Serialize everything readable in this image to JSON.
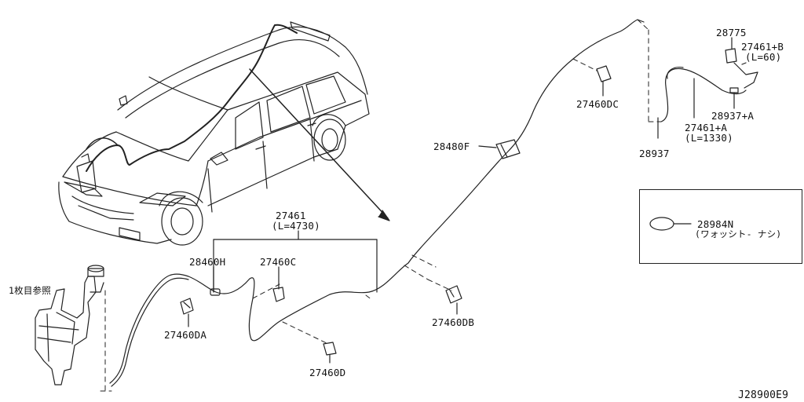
{
  "diagram_id": "J28900E9",
  "parts": {
    "p27461": "27461",
    "p27461_len": "(L=4730)",
    "p28460H": "28460H",
    "p27460C": "27460C",
    "p27460DA": "27460DA",
    "p27460D": "27460D",
    "p27460DB": "27460DB",
    "p28480F": "28480F",
    "p27460DC": "27460DC",
    "p28937": "28937",
    "p27461A": "27461+A",
    "p27461A_len": "(L=1330)",
    "p28937A": "28937+A",
    "p27461B": "27461+B",
    "p27461B_len": "(L=60)",
    "p28775": "28775",
    "p28984N": "28984N",
    "p28984N_desc": "(ワォッシト‐ ナシ)",
    "tank_note": "1枚目参照"
  }
}
